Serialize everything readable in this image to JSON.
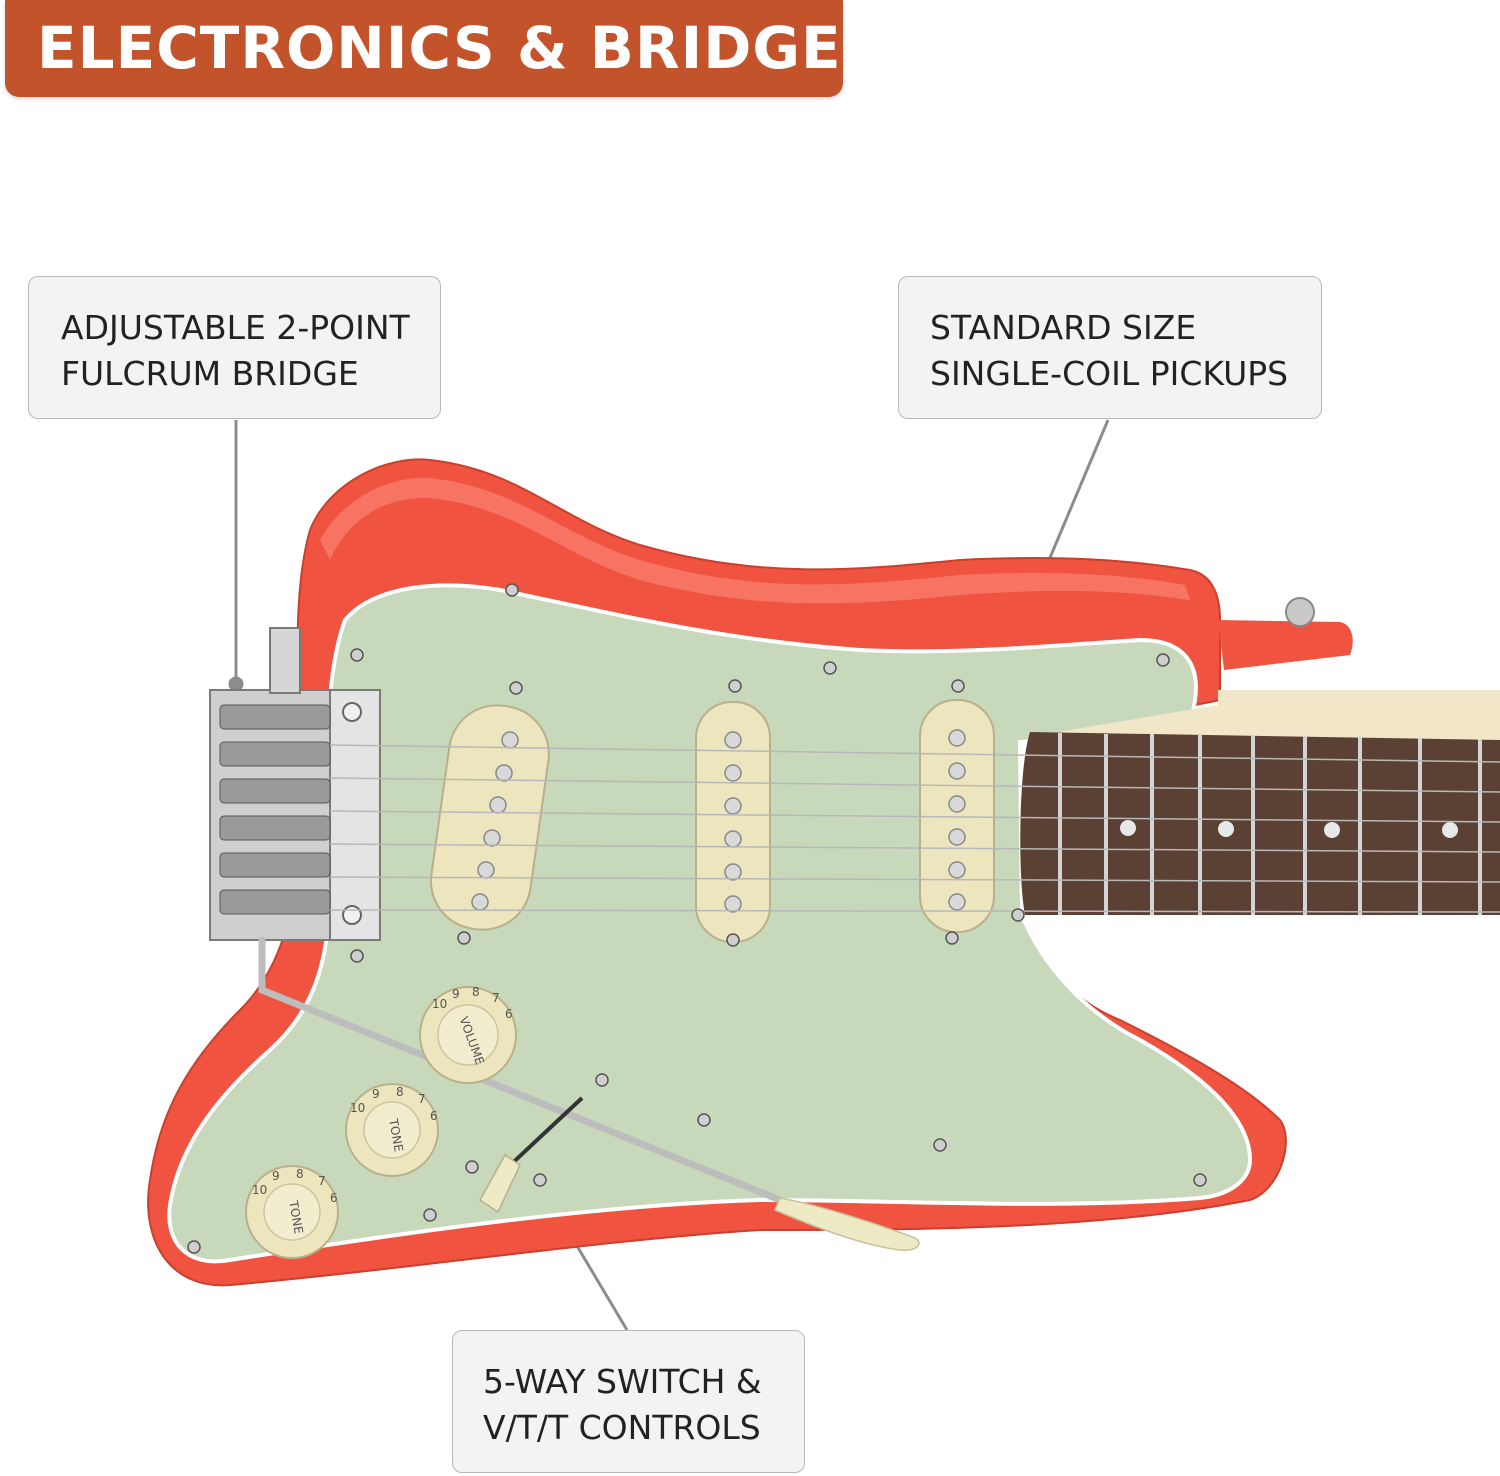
{
  "banner": {
    "title": "ELECTRONICS & BRIDGE",
    "color": "#c2532b"
  },
  "callouts": {
    "bridge": {
      "line1": "ADJUSTABLE 2-POINT",
      "line2": "FULCRUM BRIDGE"
    },
    "pickups": {
      "line1": "STANDARD SIZE",
      "line2": "SINGLE-COIL PICKUPS"
    },
    "controls": {
      "line1": "5-WAY SWITCH &",
      "line2": "V/T/T CONTROLS"
    }
  },
  "guitar": {
    "body_color": "#f0533f",
    "pickguard_color": "#c8d8bb",
    "fretboard_color": "#5b4034",
    "knobs": {
      "volume": "VOLUME",
      "tone1": "TONE",
      "tone2": "TONE"
    },
    "knob_numbers": [
      "10",
      "9",
      "8",
      "7",
      "6"
    ]
  }
}
